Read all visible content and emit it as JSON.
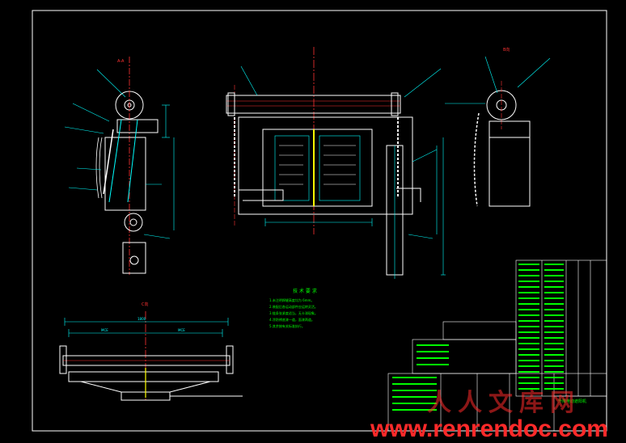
{
  "watermark": {
    "url_text": "www.renrendoc.com",
    "logo_text": "人人文库网",
    "color": "#ff2a2a"
  },
  "drawing": {
    "view_label_top_left": "A-A",
    "view_label_top_right": "B向",
    "view_label_bottom": "C向",
    "dim_bottom_total": "1800",
    "dim_bottom_left": "MCE",
    "dim_bottom_right": "MCE",
    "tech_req_title": "技 术 要 求",
    "tech_req_lines": [
      "1.未注明焊缝高度均为 6mm。",
      "2.装配后各运动部件应运转灵活。",
      "3.链条张紧度适当，无卡滞现象。",
      "4.涂防锈底漆一道，面漆两道。",
      "5.其余按有关标准执行。"
    ],
    "title_block_name": "升降电动遮阳机",
    "colors": {
      "background": "#000000",
      "outline": "#ffffff",
      "dimension": "#00ffff",
      "centerline": "#ff3333",
      "hidden": "#ffff00",
      "annotation": "#00ff00"
    }
  }
}
